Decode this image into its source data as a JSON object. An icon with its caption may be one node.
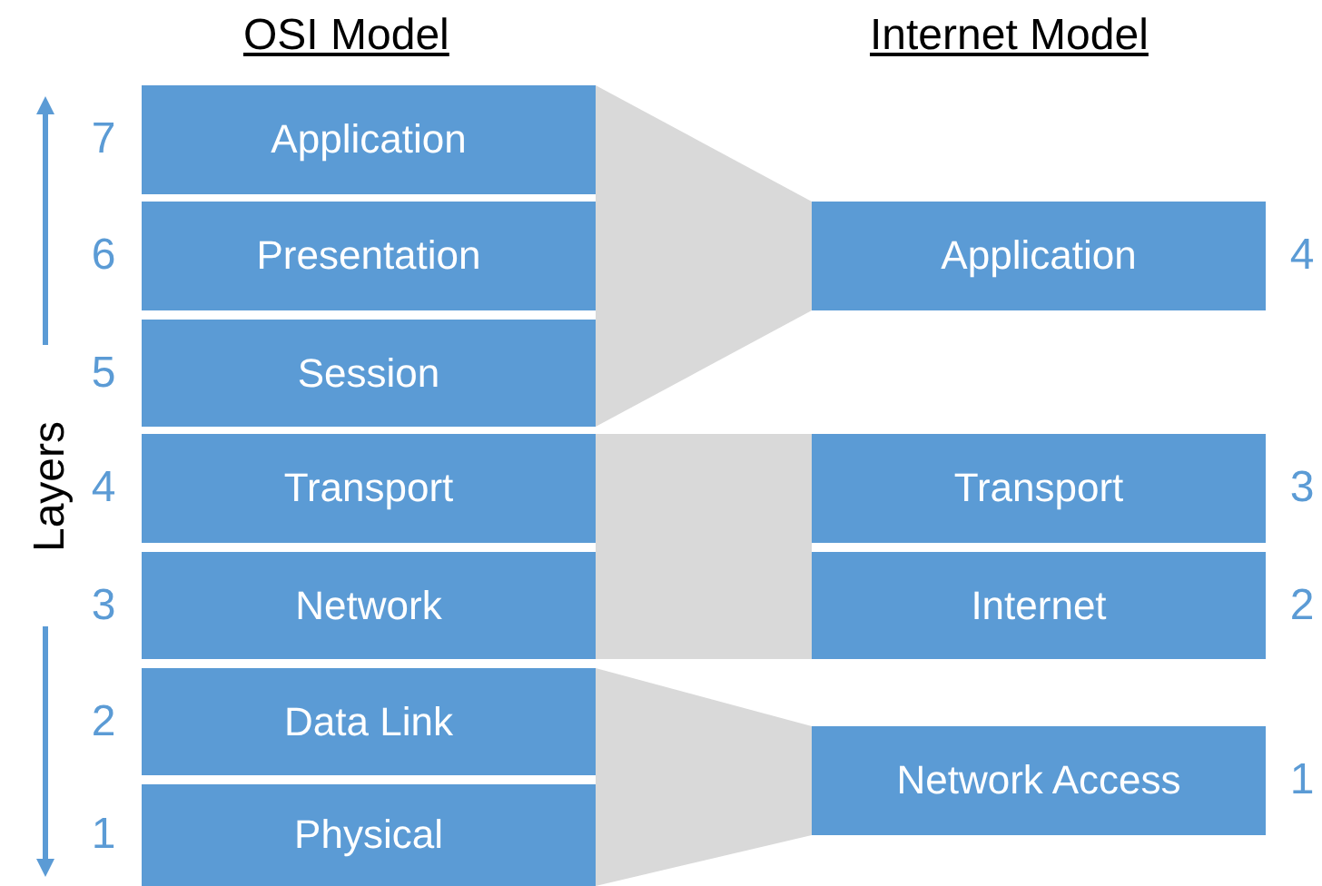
{
  "diagram": {
    "nodes": [
      {
        "text": [
          "Application"
        ],
        "beside": [
          "7"
        ]
      },
      {
        "text": [
          "Presentation"
        ],
        "beside": [
          "6"
        ]
      },
      {
        "text": [
          "Session"
        ],
        "beside": [
          "5"
        ]
      },
      {
        "text": [
          "Transport"
        ],
        "beside": [
          "4"
        ]
      },
      {
        "text": [
          "Network"
        ],
        "beside": [
          "3"
        ]
      },
      {
        "text": [
          "Data Link"
        ],
        "beside": [
          "2"
        ]
      },
      {
        "text": [
          "Physical"
        ],
        "beside": [
          "1"
        ]
      },
      {
        "text": [
          "Application"
        ],
        "beside": [
          "4"
        ]
      },
      {
        "text": [
          "Transport"
        ],
        "beside": [
          "3"
        ]
      },
      {
        "text": [
          "Internet"
        ],
        "beside": [
          "2"
        ]
      },
      {
        "text": [
          "Network Access"
        ],
        "beside": [
          "1"
        ]
      }
    ],
    "edges": [],
    "labels": [
      "OSI Model",
      "Internet Model",
      "Layers"
    ]
  }
}
